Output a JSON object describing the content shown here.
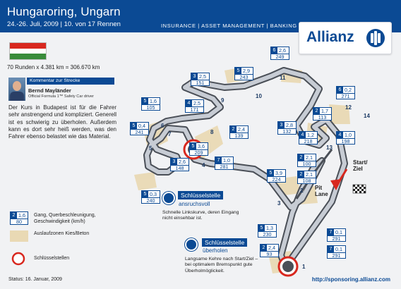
{
  "header": {
    "title": "Hungaroring, Ungarn",
    "dates": "24.-26. Juli, 2009 | 10. von 17 Rennen",
    "claims": "INSURANCE | ASSET MANAGEMENT | BANKING"
  },
  "logo": {
    "text": "Allianz"
  },
  "flag_colors": [
    "#d8281f",
    "#ffffff",
    "#3a8c3a"
  ],
  "laps_text": "70 Runden x 4.381 km = 306.670 km",
  "comment": {
    "label": "Kommentar zur Strecke",
    "driver_name": "Bernd Mayländer",
    "driver_role": "Official Formula 1™ Safety Car driver",
    "text": "Der Kurs in Budapest ist für die Fahrer sehr anstrengend und kompliziert. Generell ist es schwierig zu überholen. Außerdem kann es dort sehr heiß werden, was den Fahrer ebenso belastet wie das Material."
  },
  "corners": [
    {
      "gear": "3",
      "speed": "2,5",
      "kmh": "151"
    },
    {
      "gear": "5",
      "speed": "2,9",
      "kmh": "243"
    },
    {
      "gear": "6",
      "speed": "2,6",
      "kmh": "249"
    },
    {
      "gear": "5",
      "speed": "1,6",
      "kmh": "105"
    },
    {
      "gear": "4",
      "speed": "2,5",
      "kmh": "171"
    },
    {
      "gear": "6",
      "speed": "0,2",
      "kmh": "271"
    },
    {
      "gear": "5",
      "speed": "0,4",
      "kmh": "241"
    },
    {
      "gear": "2",
      "speed": "2,4",
      "kmh": "139"
    },
    {
      "gear": "2",
      "speed": "1,7",
      "kmh": "113"
    },
    {
      "gear": "3",
      "speed": "2,8",
      "kmh": "132"
    },
    {
      "gear": "4",
      "speed": "1,2",
      "kmh": "218"
    },
    {
      "gear": "4",
      "speed": "1,0",
      "kmh": "198"
    },
    {
      "gear": "5",
      "speed": "3,6",
      "kmh": "209"
    },
    {
      "gear": "3",
      "speed": "2,6",
      "kmh": "148"
    },
    {
      "gear": "7",
      "speed": "1,0",
      "kmh": "281"
    },
    {
      "gear": "2",
      "speed": "2,1",
      "kmh": "100"
    },
    {
      "gear": "5",
      "speed": "3,9",
      "kmh": "224"
    },
    {
      "gear": "2",
      "speed": "2,1",
      "kmh": "108"
    },
    {
      "gear": "5",
      "speed": "0,3",
      "kmh": "240"
    },
    {
      "gear": "5",
      "speed": "1,3",
      "kmh": "230"
    },
    {
      "gear": "7",
      "speed": "0,1",
      "kmh": "291"
    },
    {
      "gear": "2",
      "speed": "2,4",
      "kmh": "93"
    },
    {
      "gear": "7",
      "speed": "0,1",
      "kmh": "291"
    }
  ],
  "turn_numbers": [
    "1",
    "2",
    "3",
    "4",
    "5",
    "6",
    "7",
    "8",
    "9",
    "10",
    "11",
    "12",
    "13",
    "14"
  ],
  "pit_lane": "Pit\nLane",
  "start": "Start/\nZiel",
  "key1": {
    "title": "Schlüsselstelle",
    "sub": "ansruchsvoll",
    "text": "Schnelle Linkskurve, deren Eingang nicht einsehbar ist."
  },
  "key2": {
    "title": "Schlüsselstelle",
    "sub": "überholen",
    "text": "Langsame Kehre nach Start/Ziel – bei optimalem Bremspunkt gute Überholmöglickeit."
  },
  "legend": {
    "sample": {
      "gear": "2",
      "speed": "1,6",
      "kmh": "80"
    },
    "gear_text": "Gang, Querbeschleunigung, Geschwindigkeit (km/h)",
    "runoff_text": "Auslaufzonen Kies/Beton",
    "key_text": "Schlüsselstellen"
  },
  "status": "Status: 16. Januar, 2009",
  "url": "http://sponsoring.allianz.com"
}
